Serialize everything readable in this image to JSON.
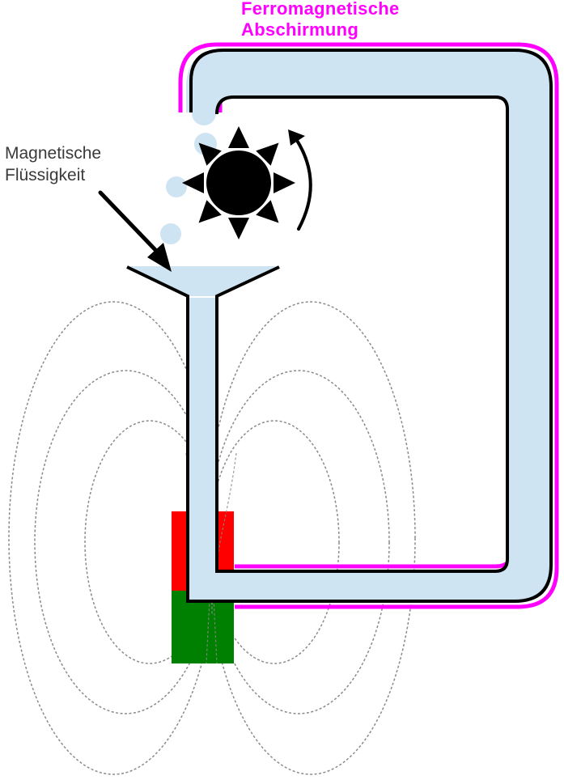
{
  "labels": {
    "shielding_line1": "Ferromagnetische",
    "shielding_line2": "Abschirmung",
    "fluid_line1": "Magnetische",
    "fluid_line2": "Flüssigkeit"
  },
  "colors": {
    "fluid": "#cfe4f2",
    "shielding": "#ff00ff",
    "tube_outline": "#000000",
    "magnet_north": "#ff0000",
    "magnet_south": "#008000",
    "field_lines": "#8a8a8a",
    "wheel": "#000000"
  },
  "icons": {
    "wheel": "paddle-wheel-icon",
    "rotation": "rotation-arrow-icon",
    "pointer": "pointer-arrow-icon"
  }
}
